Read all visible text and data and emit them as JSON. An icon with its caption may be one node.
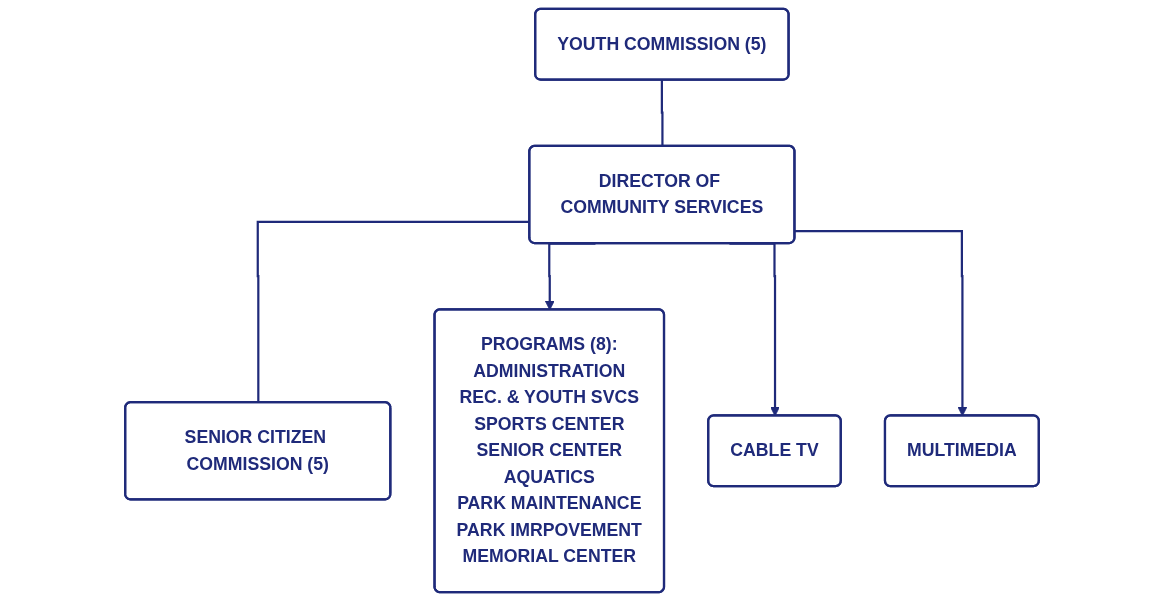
{
  "diagram": {
    "nodes": [
      {
        "text": [
          "YOUTH COMMISSION (5)"
        ]
      },
      {
        "text": [
          "DIRECTOR OF COMMUNITY SERVICES"
        ]
      },
      {
        "text": [
          "SENIOR CITIZEN COMMISSION (5)"
        ]
      },
      {
        "text": [
          "PROGRAMS (8):",
          "ADMINISTRATION",
          "REC. & YOUTH SVCS",
          "SPORTS CENTER",
          "SENIOR CENTER",
          "AQUATICS",
          "PARK MAINTENANCE",
          "PARK IMRPOVEMENT",
          "MEMORIAL CENTER"
        ]
      },
      {
        "text": [
          "CABLE TV"
        ]
      },
      {
        "text": [
          "MULTIMEDIA"
        ]
      }
    ],
    "edges": [
      {
        "from": 0,
        "to": 1,
        "arrow": "none"
      },
      {
        "from": 1,
        "to": 2,
        "arrow": "none"
      },
      {
        "from": 1,
        "to": 3,
        "arrow": "to"
      },
      {
        "from": 1,
        "to": 4,
        "arrow": "to"
      },
      {
        "from": 1,
        "to": 5,
        "arrow": "to"
      }
    ]
  }
}
